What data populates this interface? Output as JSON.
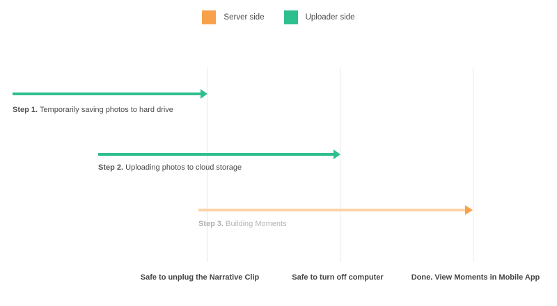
{
  "legend": {
    "server": {
      "label": "Server side",
      "color": "#f7a24b"
    },
    "uploader": {
      "label": "Uploader side",
      "color": "#2fbf8e"
    }
  },
  "steps": [
    {
      "prefix": "Step 1.",
      "text": "Temporarily saving photos to hard drive",
      "side": "uploader"
    },
    {
      "prefix": "Step 2.",
      "text": "Uploading photos to cloud storage",
      "side": "uploader"
    },
    {
      "prefix": "Step 3.",
      "text": "Building Moments",
      "side": "server"
    }
  ],
  "milestones": [
    {
      "label": "Safe to unplug the Narrative Clip"
    },
    {
      "label": "Safe to turn off computer"
    },
    {
      "label": "Done. View Moments in Mobile App"
    }
  ],
  "colors": {
    "uploader_track": "#2fbf8e",
    "server_track_faded": "#fbd3a5",
    "server_arrowhead": "#f7a24b",
    "guide_line": "#e7e7e7"
  }
}
